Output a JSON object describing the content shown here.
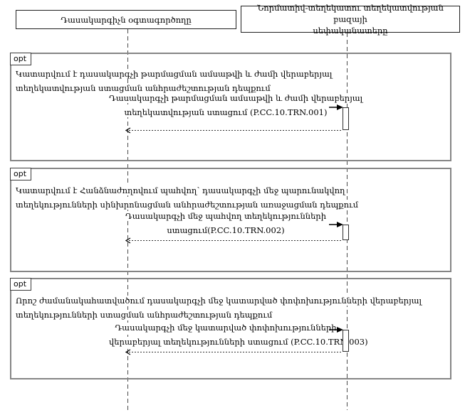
{
  "actors": [
    {
      "lines": [
        "Դասակարգիչն օգտագործողը"
      ]
    },
    {
      "lines": [
        "Նորմատիվ-տեղեկատու տեղեկատվության բազայի",
        "սեփականատերը"
      ]
    }
  ],
  "fragments": [
    {
      "operator": "opt",
      "guard": [
        "Կատարվում է դասակարգչի թարմացման ամսաթվի և ժամի վերաբերյալ",
        "տեղեկատվության ստացման անհրաժեշտության դեպքում"
      ],
      "message": [
        "Դասակարգչի թարմացման ամսաթվի և ժամի վերաբերյալ",
        "տեղեկատվության ստացում (P.CC.10.TRN.001)"
      ]
    },
    {
      "operator": "opt",
      "guard": [
        "Կատարվում է Հանձնաժողովում պահվող՝ դասակարգչի մեջ պարունակվող",
        "տեղեկությունների սինխրոնացման անհրաժեշտության առաջացման դեպքում"
      ],
      "message": [
        "Դասակարգչի մեջ պահվող տեղեկությունների",
        "ստացում(P.CC.10.TRN.002)"
      ]
    },
    {
      "operator": "opt",
      "guard": [
        "Որոշ ժամանակահատվածում դասակարգչի մեջ կատարված փոփոխությունների վերաբերյալ",
        "տեղեկությունների ստացման անհրաժեշտության դեպքում"
      ],
      "message": [
        "Դասակարգչի մեջ կատարված փոփոխությունների",
        "վերաբերյալ տեղեկությունների ստացում (P.CC.10.TRN.003)"
      ]
    }
  ],
  "colors": {
    "background": "#ffffff",
    "text": "#000000",
    "actor_border": "#1f1f1f",
    "fragment_border": "#858585",
    "lifeline": "#4a4a4a",
    "arrow": "#000000"
  }
}
